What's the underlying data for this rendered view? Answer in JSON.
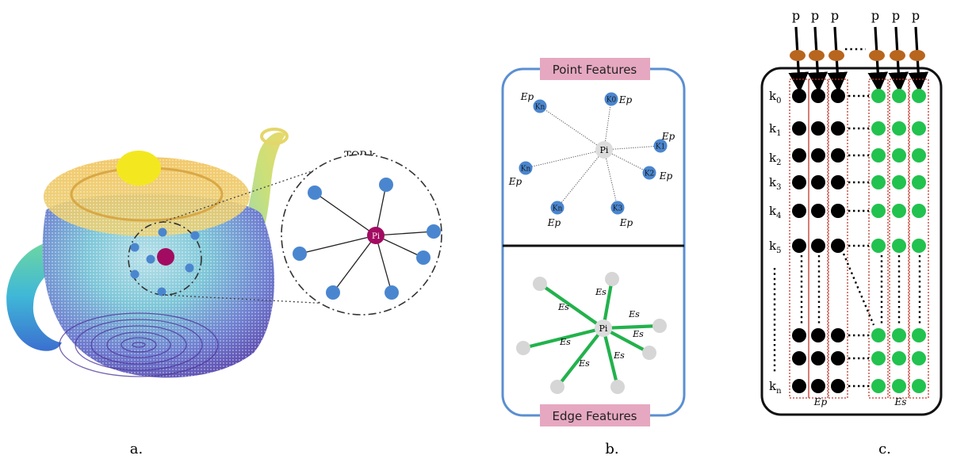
{
  "panel_a": {
    "caption": "a.",
    "zoom_label": "TOP-k",
    "center_label": "Pi"
  },
  "panel_b": {
    "caption": "b.",
    "top_title": "Point Features",
    "bottom_title": "Edge Features",
    "center_label": "Pi",
    "point_nodes": [
      {
        "label": "Kn",
        "ep": "Ep"
      },
      {
        "label": "K0",
        "ep": "Ep"
      },
      {
        "label": "K1",
        "ep": "Ep"
      },
      {
        "label": "K2",
        "ep": "Ep"
      },
      {
        "label": "K3",
        "ep": "Ep"
      },
      {
        "label": "Kn",
        "ep": "Ep"
      },
      {
        "label": "Kn",
        "ep": "Ep"
      }
    ],
    "edge_label": "Es",
    "colors": {
      "point": "#4a86cf",
      "edge": "#22b24c",
      "neighbor": "#d6d6d6",
      "frame": "#5b8fd1",
      "title_bg": "#e6a8c0"
    }
  },
  "panel_c": {
    "caption": "c.",
    "input_label": "p",
    "row_labels": [
      "k0",
      "k1",
      "k2",
      "k3",
      "k4",
      "k5",
      "kn"
    ],
    "ep_label": "Ep",
    "es_label": "Es",
    "colors": {
      "black": "#000000",
      "green": "#22c24f",
      "orange": "#b8651e",
      "box": "#c0392b"
    }
  }
}
